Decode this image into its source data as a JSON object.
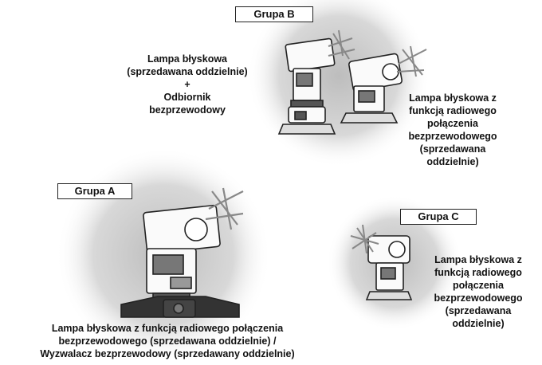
{
  "groups": {
    "b": {
      "label": "Grupa B"
    },
    "a": {
      "label": "Grupa A"
    },
    "c": {
      "label": "Grupa C"
    }
  },
  "captions": {
    "group_b_left": [
      "Lampa błyskowa",
      "(sprzedawana oddzielnie)",
      "+",
      "Odbiornik",
      "bezprzewodowy"
    ],
    "group_b_right": [
      "Lampa błyskowa z",
      "funkcją radiowego",
      "połączenia",
      "bezprzewodowego",
      "(sprzedawana",
      "oddzielnie)"
    ],
    "group_c_right": [
      "Lampa błyskowa z",
      "funkcją radiowego",
      "połączenia",
      "bezprzewodowego",
      "(sprzedawana",
      "oddzielnie)"
    ],
    "group_a_bottom": [
      "Lampa błyskowa z funkcją radiowego połączenia",
      "bezprzewodowego (sprzedawana oddzielnie) /",
      "Wyzwalacz bezprzewodowy (sprzedawany oddzielnie)"
    ]
  }
}
